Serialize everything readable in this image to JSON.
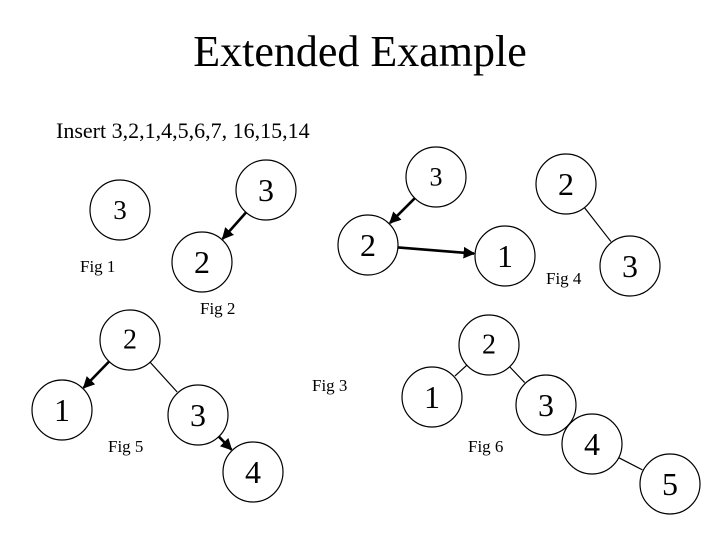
{
  "slide": {
    "title": "Extended Example",
    "subtitle": "Insert 3,2,1,4,5,6,7, 16,15,14"
  },
  "figures": [
    {
      "id": "fig1",
      "caption": "Fig 1",
      "nodes": [
        {
          "id": "f1n3",
          "label": "3"
        }
      ],
      "edges": []
    },
    {
      "id": "fig2",
      "caption": "Fig 2",
      "nodes": [
        {
          "id": "f2n3",
          "label": "3"
        },
        {
          "id": "f2n2",
          "label": "2"
        }
      ],
      "edges": [
        {
          "from": "f2n3",
          "to": "f2n2",
          "style": "arrow"
        }
      ]
    },
    {
      "id": "fig3",
      "caption": "Fig 3",
      "nodes": [
        {
          "id": "f3n3",
          "label": "3"
        },
        {
          "id": "f3n2",
          "label": "2"
        },
        {
          "id": "f3n1",
          "label": "1"
        }
      ],
      "edges": [
        {
          "from": "f3n3",
          "to": "f3n2",
          "style": "arrow"
        },
        {
          "from": "f3n2",
          "to": "f3n1",
          "style": "arrow"
        }
      ]
    },
    {
      "id": "fig4",
      "caption": "Fig 4",
      "nodes": [
        {
          "id": "f4n2",
          "label": "2"
        },
        {
          "id": "f4n1",
          "label": "1"
        },
        {
          "id": "f4n3",
          "label": "3"
        }
      ],
      "edges": [
        {
          "from": "f4n2",
          "to": "f4n1",
          "style": "line"
        },
        {
          "from": "f4n2",
          "to": "f4n3",
          "style": "line"
        }
      ]
    },
    {
      "id": "fig5",
      "caption": "Fig 5",
      "nodes": [
        {
          "id": "f5n2",
          "label": "2"
        },
        {
          "id": "f5n1",
          "label": "1"
        },
        {
          "id": "f5n3",
          "label": "3"
        },
        {
          "id": "f5n4",
          "label": "4"
        }
      ],
      "edges": [
        {
          "from": "f5n2",
          "to": "f5n1",
          "style": "arrow"
        },
        {
          "from": "f5n2",
          "to": "f5n3",
          "style": "line"
        },
        {
          "from": "f5n3",
          "to": "f5n4",
          "style": "arrow"
        }
      ]
    },
    {
      "id": "fig6",
      "caption": "Fig 6",
      "nodes": [
        {
          "id": "f6n2",
          "label": "2"
        },
        {
          "id": "f6n1",
          "label": "1"
        },
        {
          "id": "f6n3",
          "label": "3"
        },
        {
          "id": "f6n4",
          "label": "4"
        },
        {
          "id": "f6n5",
          "label": "5"
        }
      ],
      "edges": [
        {
          "from": "f6n2",
          "to": "f6n1",
          "style": "line"
        },
        {
          "from": "f6n2",
          "to": "f6n3",
          "style": "line"
        },
        {
          "from": "f6n3",
          "to": "f6n4",
          "style": "arrow"
        },
        {
          "from": "f6n4",
          "to": "f6n5",
          "style": "line"
        }
      ]
    }
  ]
}
